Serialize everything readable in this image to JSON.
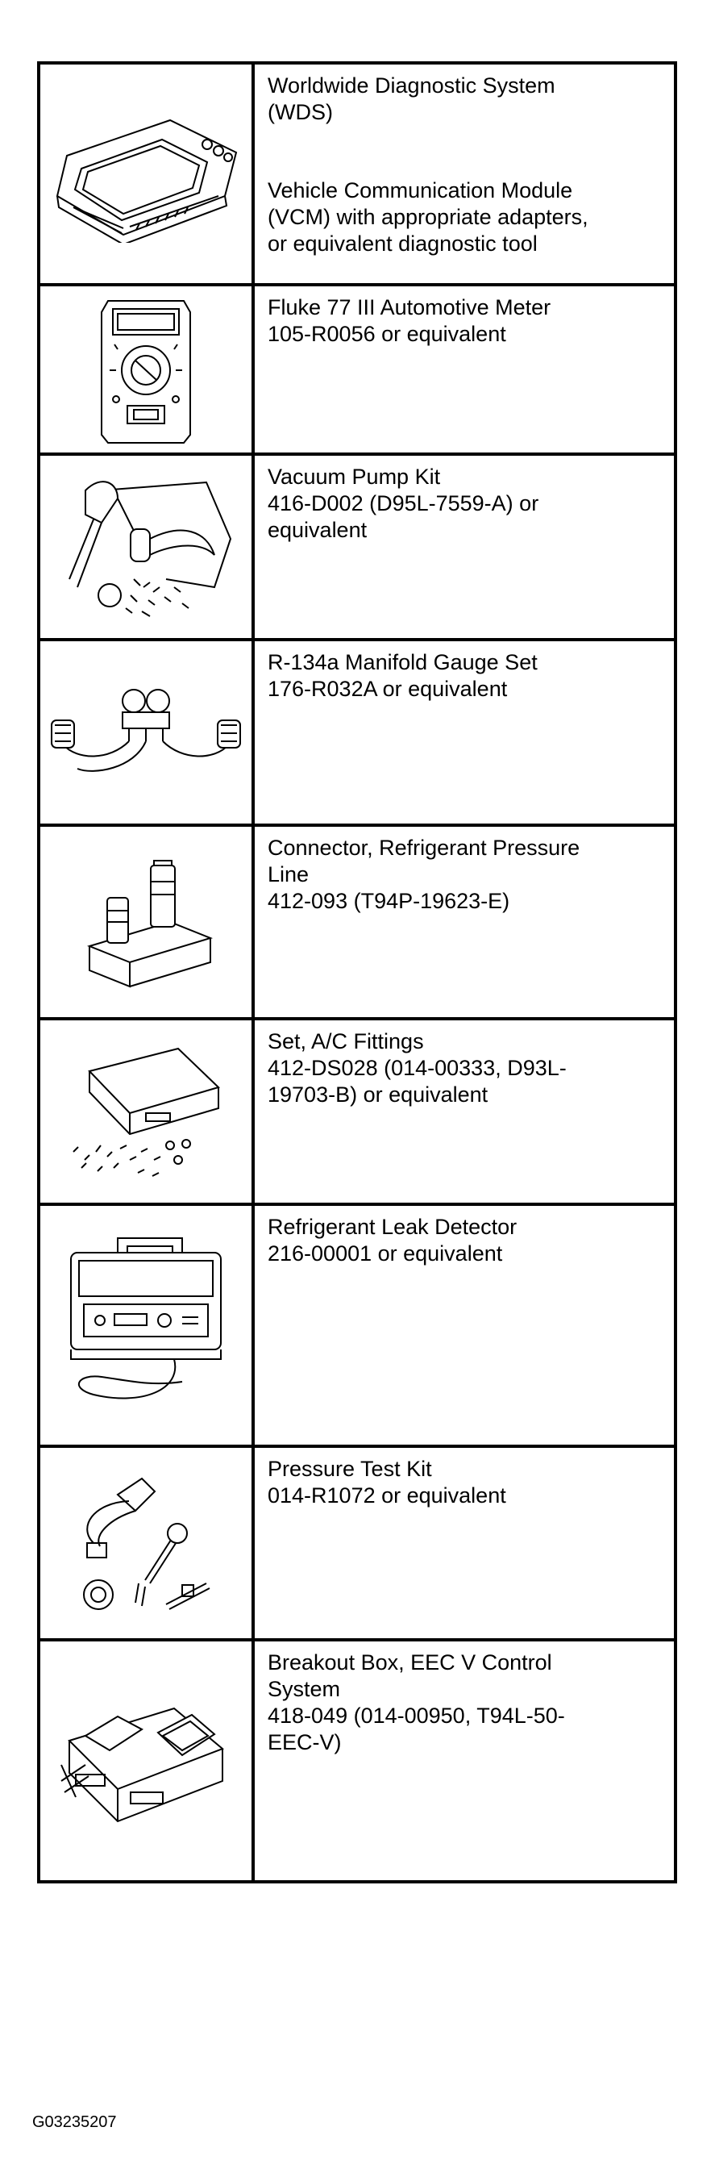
{
  "rows": [
    {
      "icon": "diagnostic-tablet-icon",
      "lines": [
        "Worldwide Diagnostic System",
        "(WDS)"
      ],
      "lines2": [
        "Vehicle Communication Module",
        "(VCM) with appropriate adapters,",
        "or equivalent diagnostic tool"
      ]
    },
    {
      "icon": "multimeter-icon",
      "lines": [
        "Fluke 77 III Automotive Meter",
        "105-R0056 or equivalent"
      ]
    },
    {
      "icon": "vacuum-pump-icon",
      "lines": [
        "Vacuum Pump Kit",
        "416-D002 (D95L-7559-A) or",
        "equivalent"
      ]
    },
    {
      "icon": "manifold-gauge-icon",
      "lines": [
        "R-134a Manifold Gauge Set",
        "176-R032A or equivalent"
      ]
    },
    {
      "icon": "pressure-line-connector-icon",
      "lines": [
        "Connector, Refrigerant Pressure",
        "Line",
        "412-093 (T94P-19623-E)"
      ]
    },
    {
      "icon": "fittings-case-icon",
      "lines": [
        "Set, A/C Fittings",
        "412-DS028 (014-00333, D93L-",
        "19703-B) or equivalent"
      ]
    },
    {
      "icon": "leak-detector-icon",
      "lines": [
        "Refrigerant Leak Detector",
        "216-00001 or equivalent"
      ]
    },
    {
      "icon": "pressure-test-kit-icon",
      "lines": [
        "Pressure Test Kit",
        "014-R1072 or equivalent"
      ]
    },
    {
      "icon": "breakout-box-icon",
      "lines": [
        "Breakout Box, EEC V Control",
        "System",
        "418-049 (014-00950, T94L-50-",
        "EEC-V)"
      ]
    }
  ],
  "figure_id": "G03235207"
}
